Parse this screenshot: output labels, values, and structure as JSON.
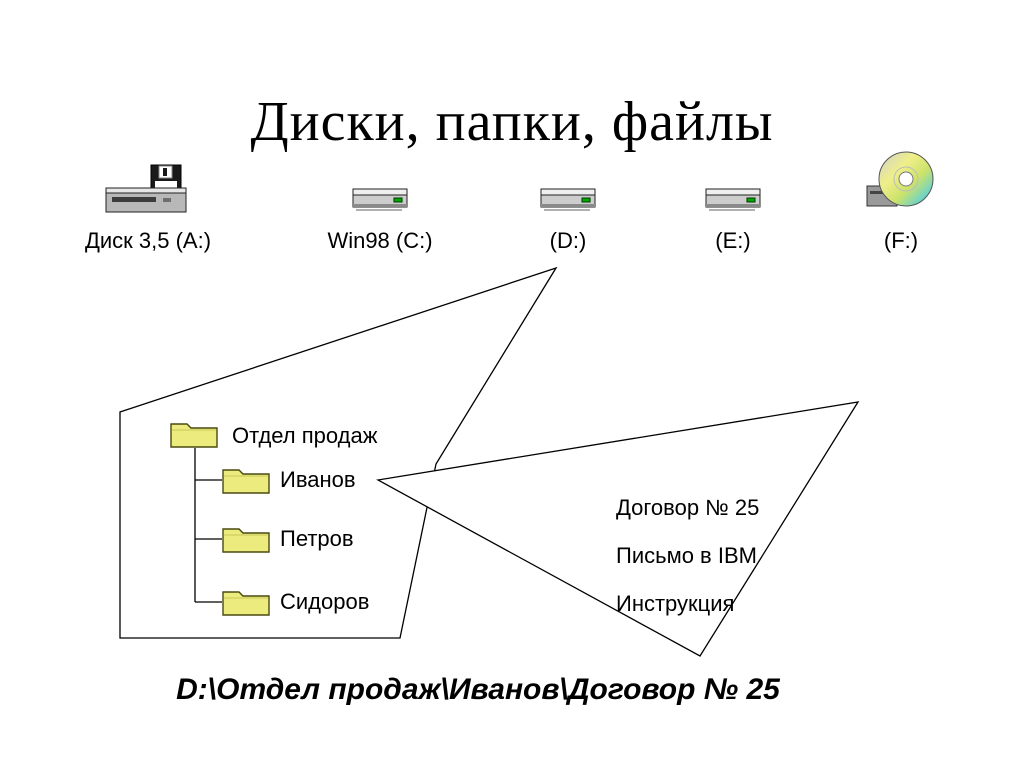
{
  "slide": {
    "title": "Диски, папки, файлы",
    "path_caption": "D:\\Отдел продаж\\Иванов\\Договор № 25"
  },
  "drives": [
    {
      "label": "Диск 3,5 (A:)",
      "type": "floppy"
    },
    {
      "label": "Win98 (C:)",
      "type": "hard-disk"
    },
    {
      "label": "(D:)",
      "type": "hard-disk"
    },
    {
      "label": "(E:)",
      "type": "hard-disk"
    },
    {
      "label": "(F:)",
      "type": "cd-rom"
    }
  ],
  "folder_tree": {
    "root_label": "Отдел продаж",
    "children": [
      {
        "label": "Иванов"
      },
      {
        "label": "Петров"
      },
      {
        "label": "Сидоров"
      }
    ]
  },
  "files": [
    {
      "label": "Договор № 25"
    },
    {
      "label": "Письмо в IBM"
    },
    {
      "label": "Инструкция"
    }
  ],
  "colors": {
    "background": "#ffffff",
    "text": "#000000",
    "line_color": "#000000",
    "folder_fill": "#ebeb7e",
    "folder_outline": "#4a4a10",
    "led_green": "#00a800"
  }
}
